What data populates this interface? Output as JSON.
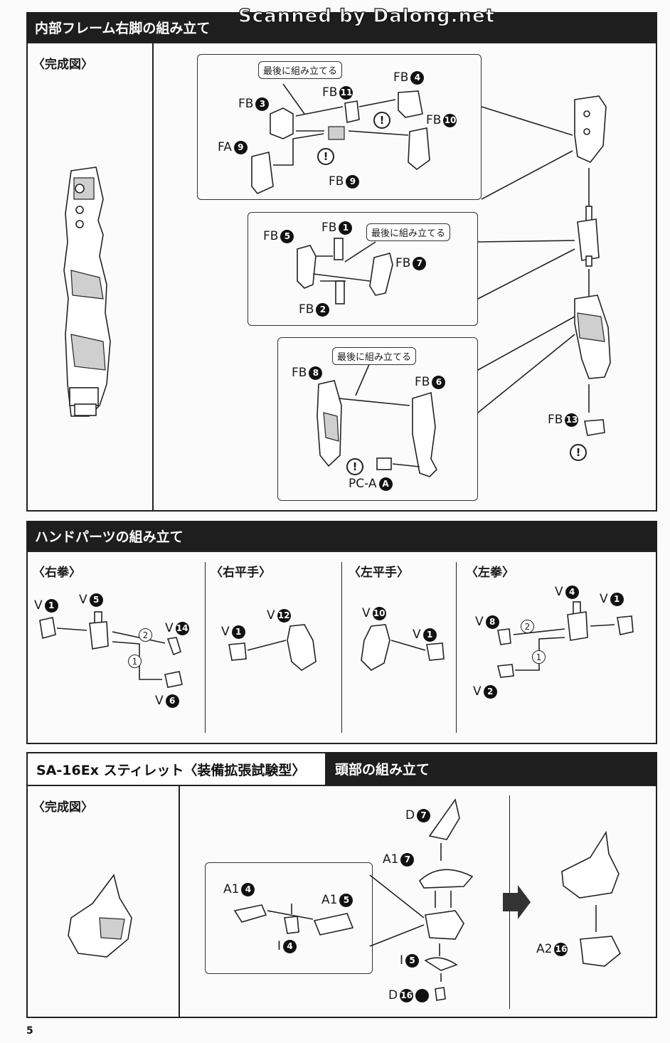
{
  "watermark": "Scanned by Dalong.net",
  "page_number": "5",
  "section1": {
    "title": "内部フレーム右脚の組み立て",
    "completed": "〈完成図〉",
    "callout_last": "最後に組み立てる",
    "labels": {
      "fb4": "FB",
      "fb4n": "4",
      "fb11": "FB",
      "fb11n": "11",
      "fb3": "FB",
      "fb3n": "3",
      "fb10": "FB",
      "fb10n": "10",
      "fa9": "FA",
      "fa9n": "9",
      "fb9": "FB",
      "fb9n": "9",
      "fb1": "FB",
      "fb1n": "1",
      "fb5": "FB",
      "fb5n": "5",
      "fb7": "FB",
      "fb7n": "7",
      "fb2": "FB",
      "fb2n": "2",
      "fb8": "FB",
      "fb8n": "8",
      "fb6": "FB",
      "fb6n": "6",
      "pca": "PC-A",
      "pcan": "A",
      "fb13": "FB",
      "fb13n": "13"
    },
    "warn_mark": "!"
  },
  "section2": {
    "title": "ハンドパーツの組み立て",
    "subs": [
      "〈右拳〉",
      "〈右平手〉",
      "〈左平手〉",
      "〈左拳〉"
    ],
    "labels": {
      "v1a": "V",
      "v1an": "1",
      "v5": "V",
      "v5n": "5",
      "v14": "V",
      "v14n": "14",
      "v6": "V",
      "v6n": "6",
      "v12": "V",
      "v12n": "12",
      "v1b": "V",
      "v1bn": "1",
      "v10": "V",
      "v10n": "10",
      "v1c": "V",
      "v1cn": "1",
      "v4": "V",
      "v4n": "4",
      "v1d": "V",
      "v1dn": "1",
      "v8": "V",
      "v8n": "8",
      "v2": "V",
      "v2n": "2"
    },
    "step1": "1",
    "step2": "2"
  },
  "section3": {
    "title_left": "SA-16Ex スティレット〈装備拡張試験型〉",
    "title_right": "頭部の組み立て",
    "completed": "〈完成図〉",
    "labels": {
      "d7": "D",
      "d7n": "7",
      "a17": "A1",
      "a17n": "7",
      "a14": "A1",
      "a14n": "4",
      "a15": "A1",
      "a15n": "5",
      "i4": "I",
      "i4n": "4",
      "i5": "I",
      "i5n": "5",
      "d16": "D",
      "d16n": "16",
      "a216": "A2",
      "a216n": "16"
    }
  },
  "colors": {
    "header_bg": "#1e1e1e",
    "header_text": "#ffffff",
    "line": "#222222"
  }
}
